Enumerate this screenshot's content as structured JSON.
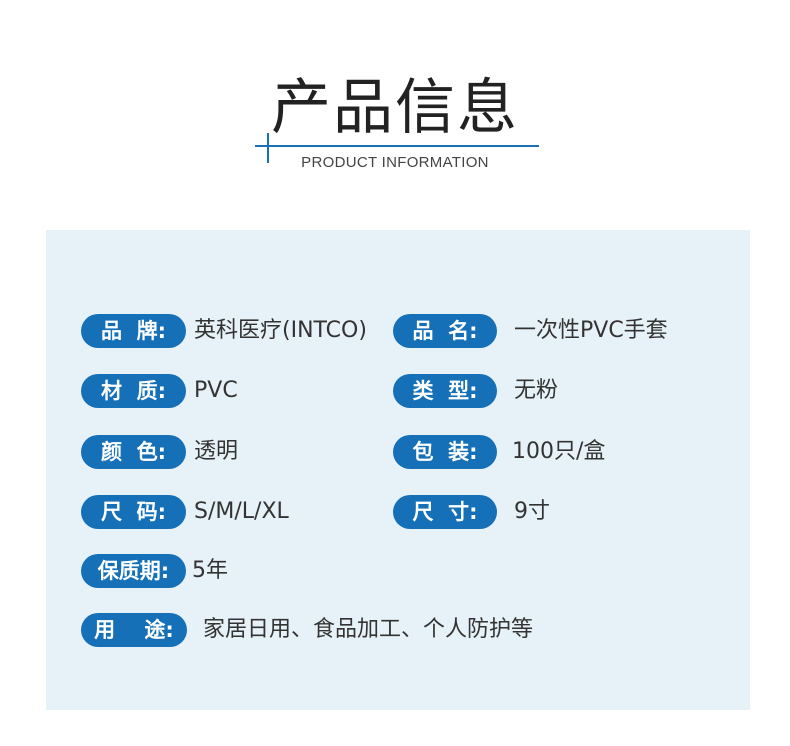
{
  "header": {
    "title": "产品信息",
    "subtitle": "PRODUCT INFORMATION"
  },
  "specs": {
    "brand_label": "品  牌:",
    "brand_value": "英科医疗(INTCO)",
    "name_label": "品  名:",
    "name_value": "一次性PVC手套",
    "material_label": "材  质:",
    "material_value": "PVC",
    "type_label": "类  型:",
    "type_value": "无粉",
    "color_label": "颜  色:",
    "color_value": "透明",
    "package_label": "包  装:",
    "package_value": "100只/盒",
    "size_label": "尺  码:",
    "size_value": "S/M/L/XL",
    "dimension_label": "尺  寸:",
    "dimension_value": "9寸",
    "shelf_life_label": "保质期:",
    "shelf_life_value": "5年",
    "usage_label": "用    途:",
    "usage_value": "家居日用、食品加工、个人防护等"
  },
  "colors": {
    "accent": "#1570b8",
    "panel_bg": "#e7f1f8"
  }
}
